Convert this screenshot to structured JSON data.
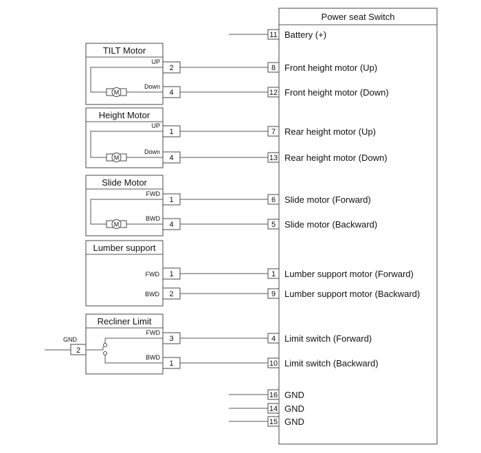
{
  "switch": {
    "title": "Power seat Switch",
    "pins": [
      {
        "pin": "11",
        "label": "Battery (+)"
      },
      {
        "pin": "8",
        "label": "Front height motor (Up)"
      },
      {
        "pin": "12",
        "label": "Front height motor (Down)"
      },
      {
        "pin": "7",
        "label": "Rear height motor (Up)"
      },
      {
        "pin": "13",
        "label": "Rear height motor (Down)"
      },
      {
        "pin": "6",
        "label": "Slide motor (Forward)"
      },
      {
        "pin": "5",
        "label": "Slide motor (Backward)"
      },
      {
        "pin": "1",
        "label": "Lumber support motor (Forward)"
      },
      {
        "pin": "9",
        "label": "Lumber support motor (Backward)"
      },
      {
        "pin": "4",
        "label": "Limit switch (Forward)"
      },
      {
        "pin": "10",
        "label": "Limit switch (Backward)"
      },
      {
        "pin": "16",
        "label": "GND"
      },
      {
        "pin": "14",
        "label": "GND"
      },
      {
        "pin": "15",
        "label": "GND"
      }
    ]
  },
  "components": [
    {
      "title": "TILT Motor",
      "motor": true,
      "motor_symbol": "M",
      "pins": [
        {
          "pin": "2",
          "signal": "UP"
        },
        {
          "pin": "4",
          "signal": "Down"
        }
      ]
    },
    {
      "title": "Height Motor",
      "motor": true,
      "motor_symbol": "M",
      "pins": [
        {
          "pin": "1",
          "signal": "UP"
        },
        {
          "pin": "4",
          "signal": "Down"
        }
      ]
    },
    {
      "title": "Slide Motor",
      "motor": true,
      "motor_symbol": "M",
      "pins": [
        {
          "pin": "1",
          "signal": "FWD"
        },
        {
          "pin": "4",
          "signal": "BWD"
        }
      ]
    },
    {
      "title": "Lumber support",
      "motor": false,
      "pins": [
        {
          "pin": "1",
          "signal": "FWD"
        },
        {
          "pin": "2",
          "signal": "BWD"
        }
      ]
    },
    {
      "title": "Recliner Limit",
      "motor": false,
      "pins": [
        {
          "pin": "3",
          "signal": "FWD"
        },
        {
          "pin": "1",
          "signal": "BWD"
        }
      ],
      "gnd": {
        "label": "GND",
        "pin": "2"
      }
    }
  ]
}
